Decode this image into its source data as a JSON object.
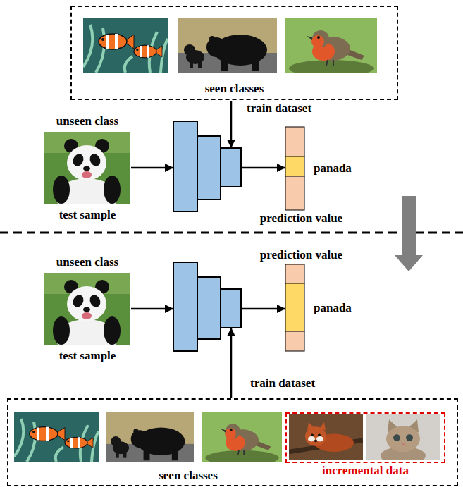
{
  "diagram": {
    "nodes": [
      {
        "text": [
          "seen classes"
        ]
      },
      {
        "text": [
          "unseen class",
          "test sample"
        ]
      },
      {
        "text": [
          "prediction value",
          "panada"
        ]
      },
      {
        "text": [
          "prediction value",
          "panada"
        ]
      },
      {
        "text": [
          "unseen class",
          "test sample"
        ]
      },
      {
        "text": [
          "seen classes"
        ]
      },
      {
        "text": [
          "incremental data"
        ],
        "in": 5
      }
    ],
    "labels": [
      "train dataset",
      "train dataset"
    ]
  }
}
